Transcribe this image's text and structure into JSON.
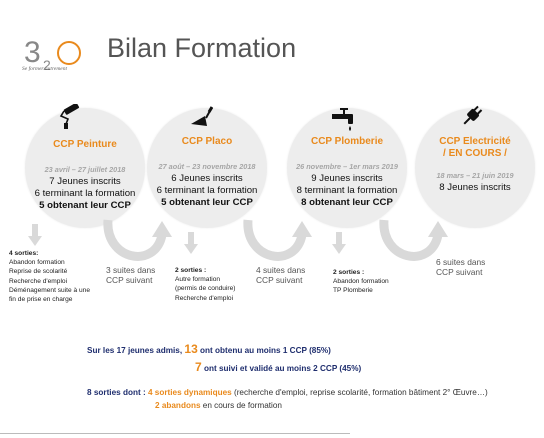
{
  "header": {
    "logo_text": "3 2 O",
    "logo_tagline": "Se former autrement",
    "title": "Bilan Formation"
  },
  "trainings": [
    {
      "name": "CCP Peinture",
      "dates": "23 avril – 27 juillet 2018",
      "lines": [
        "7 Jeunes inscrits",
        "6 terminant la formation",
        "5 obtenant leur CCP"
      ],
      "icon": "paint-roller-icon"
    },
    {
      "name": "CCP Placo",
      "dates": "27 août – 23 novembre 2018",
      "lines": [
        "6 Jeunes inscrits",
        "6 terminant la formation",
        "5 obtenant leur CCP"
      ],
      "icon": "trowel-icon"
    },
    {
      "name": "CCP Plomberie",
      "dates": "26 novembre – 1er mars 2019",
      "lines": [
        "9 Jeunes inscrits",
        "8 terminant la formation",
        "8 obtenant leur CCP"
      ],
      "icon": "faucet-icon"
    },
    {
      "name": "CCP  Electricité",
      "name2": "/ EN COURS /",
      "dates": "18 mars – 21 juin 2019",
      "lines": [
        "8 Jeunes inscrits"
      ],
      "icon": "plug-icon"
    }
  ],
  "exits": [
    {
      "title": "4 sorties:",
      "items": [
        "Abandon formation",
        "Reprise de scolarité",
        "Recherche d'emploi",
        "Déménagement suite à une",
        "fin de prise en charge"
      ]
    },
    {
      "title": "2 sorties :",
      "items": [
        "Autre formation",
        "(permis de conduire)",
        "Recherche d'emploi"
      ]
    },
    {
      "title": "2 sorties :",
      "items": [
        "Abandon formation",
        "TP Plomberie"
      ]
    }
  ],
  "suites": [
    {
      "line1": "3 suites dans",
      "line2": "CCP suivant"
    },
    {
      "line1": "4 suites dans",
      "line2": "CCP suivant"
    },
    {
      "line1": "6 suites dans",
      "line2": "CCP suivant"
    }
  ],
  "summary": {
    "line1_pre": "Sur les 17 jeunes admis,",
    "line1_num": "13",
    "line1_post": "ont obtenu au moins 1 CCP (85%)",
    "line2_num": "7",
    "line2_post": "ont suivi et validé au moins 2 CCP (45%)",
    "line3_pre": "8 sorties  dont :",
    "line3_orange": "4 sorties dynamiques",
    "line3_rest": "(recherche d'emploi, reprise scolarité, formation bâtiment 2° Œuvre…)",
    "line4_orange": "2 abandons",
    "line4_rest": "en cours de formation"
  },
  "colors": {
    "accent": "#e98a1d",
    "navy": "#1f2e6e",
    "circle": "#ededed",
    "arrow": "#d9d9d9"
  }
}
